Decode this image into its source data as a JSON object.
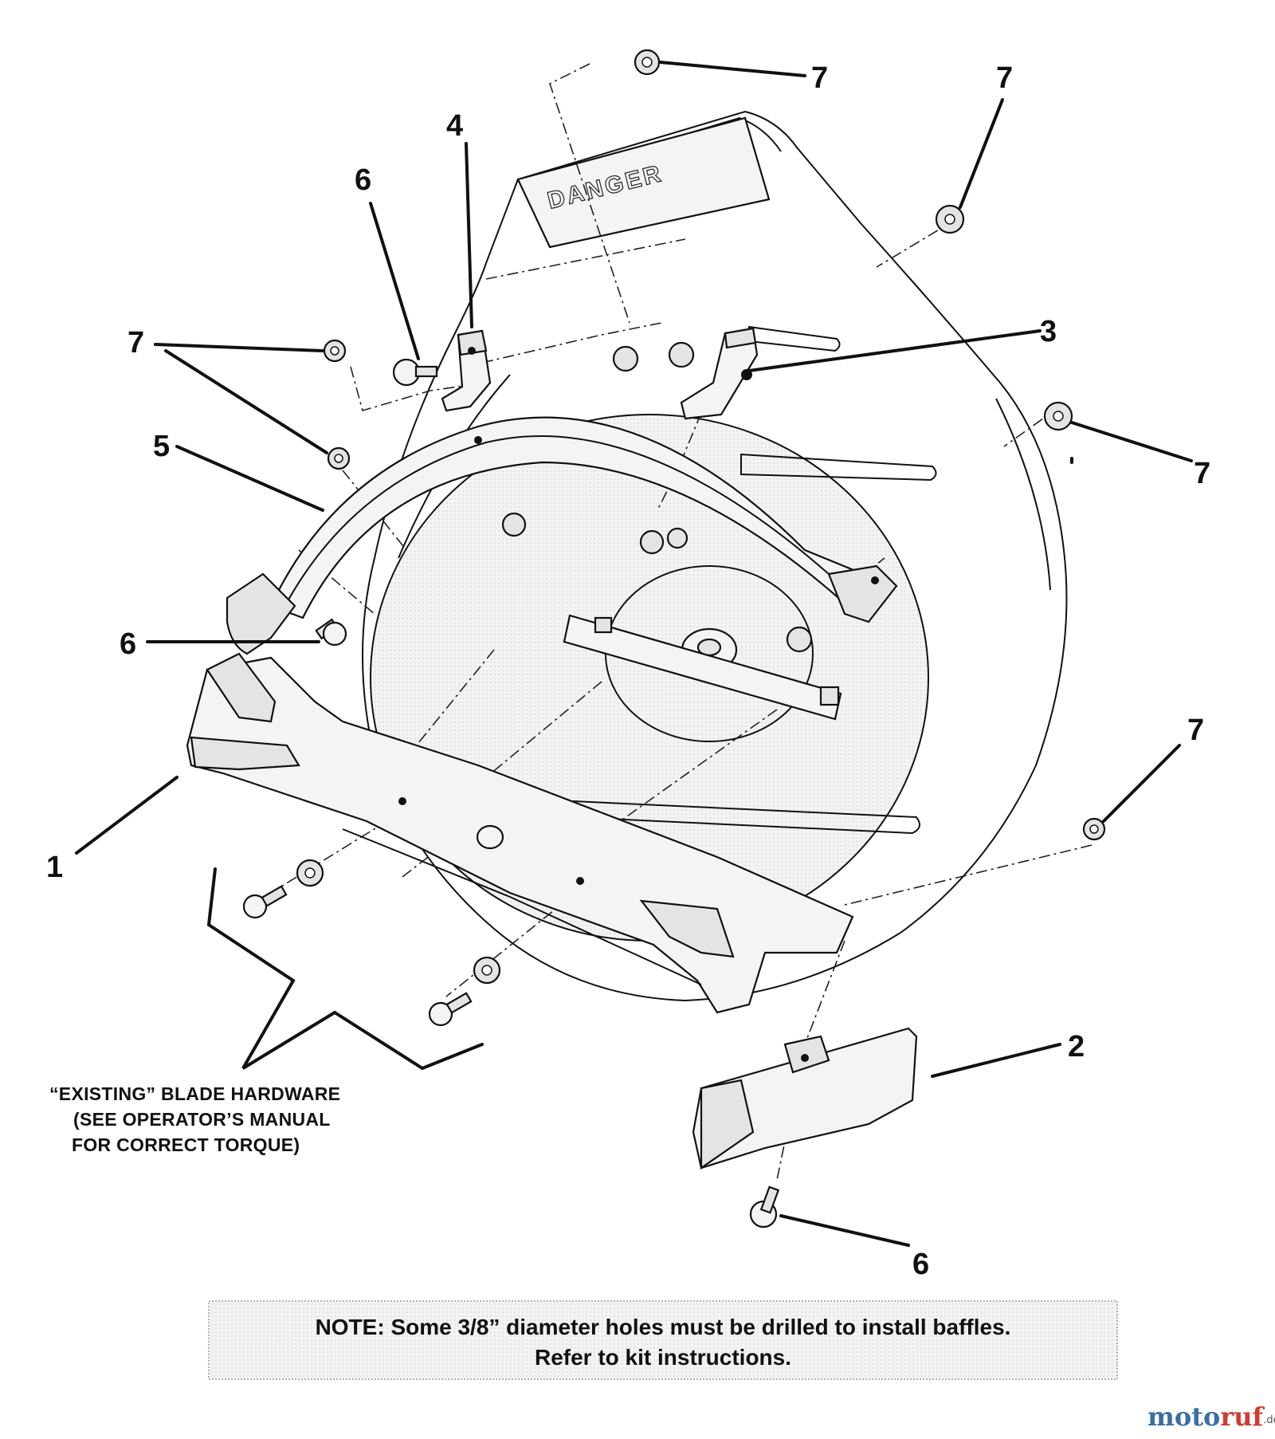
{
  "diagram": {
    "callouts": {
      "c1": "1",
      "c2": "2",
      "c3": "3",
      "c4": "4",
      "c5": "5",
      "c6a": "6",
      "c6b": "6",
      "c6c": "6",
      "c7a": "7",
      "c7b": "7",
      "c7c": "7",
      "c7d": "7",
      "c7e": "7"
    },
    "deck_stamp": "DANGER",
    "hardware_label": {
      "line1": "“EXISTING” BLADE HARDWARE",
      "line2": "(SEE OPERATOR’S MANUAL",
      "line3": "FOR CORRECT TORQUE)"
    },
    "note": {
      "line1": "NOTE: Some 3/8” diameter holes must be drilled to install baffles.",
      "line2": "Refer to kit instructions."
    },
    "watermark": {
      "part_a": "moto",
      "part_b": "ruf",
      "part_c": ".de"
    }
  }
}
